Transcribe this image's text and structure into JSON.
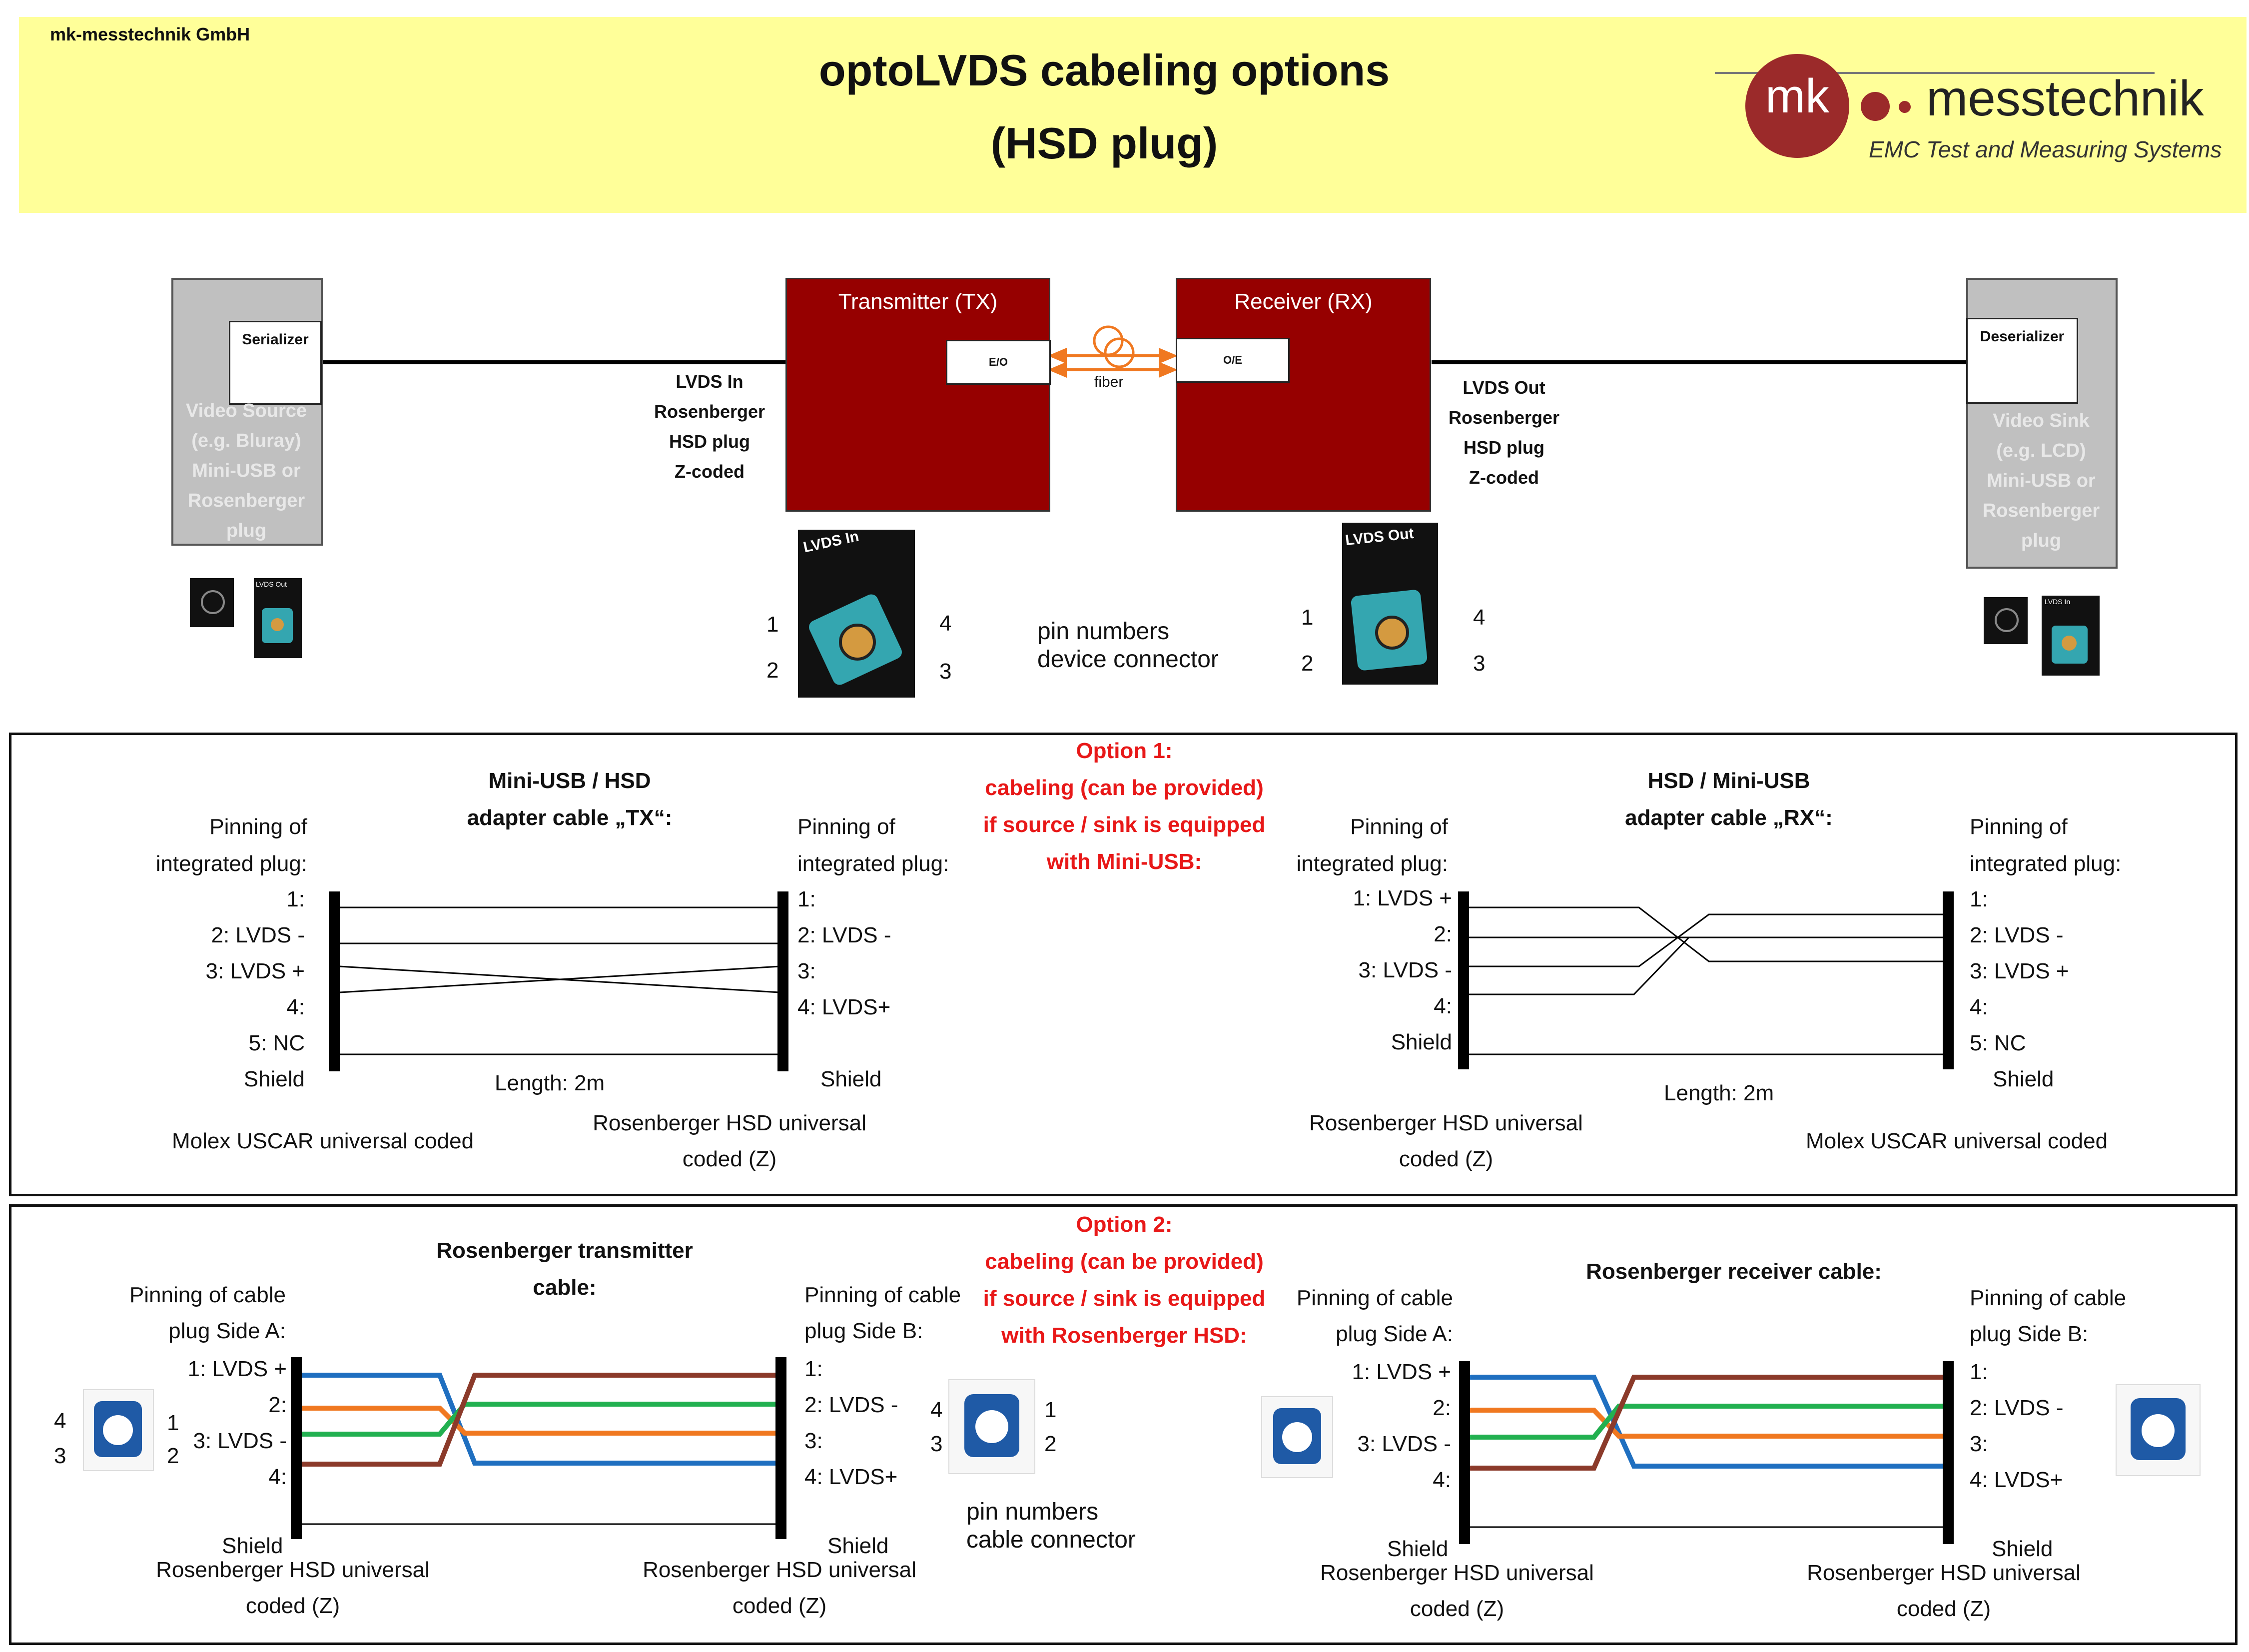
{
  "header": {
    "company": "mk-messtechnik GmbH",
    "title_line1": "optoLVDS cabeling options",
    "title_line2": "(HSD plug)",
    "logo_mk": "mk",
    "logo_name": "messtechnik",
    "logo_tagline": "EMC Test and Measuring Systems"
  },
  "colors": {
    "header_bg": "#ffff99",
    "device_red": "#960000",
    "option_red": "#e81818",
    "fiber_orange": "#f07820",
    "logo_red": "#9b2a2a"
  },
  "top": {
    "serializer": "Serializer",
    "video_source": [
      "Video Source",
      "(e.g. Bluray)",
      "Mini-USB or",
      "Rosenberger",
      "plug"
    ],
    "deserializer": "Deserializer",
    "video_sink": [
      "Video Sink",
      "(e.g. LCD)",
      "Mini-USB  or",
      "Rosenberger",
      "plug"
    ],
    "tx_title": "Transmitter (TX)",
    "rx_title": "Receiver (RX)",
    "eo": "E/O",
    "oe": "O/E",
    "fiber": "fiber",
    "lvds_in_label": [
      "LVDS In",
      "Rosenberger",
      "HSD plug",
      "Z-coded"
    ],
    "lvds_out_label": [
      "LVDS Out",
      "Rosenberger",
      "HSD plug",
      "Z-coded"
    ],
    "photo_in_text": "LVDS In",
    "photo_out_text": "LVDS Out",
    "small_photo_out": "LVDS Out",
    "small_photo_in": "LVDS In",
    "pins_in": {
      "p1": "1",
      "p2": "2",
      "p3": "3",
      "p4": "4"
    },
    "pins_out": {
      "p1": "1",
      "p2": "2",
      "p3": "3",
      "p4": "4"
    },
    "pin_caption": [
      "pin numbers",
      "device connector"
    ]
  },
  "option1": {
    "heading": [
      "Option 1:",
      "cabeling (can be provided)",
      "if source / sink is equipped",
      "with Mini-USB:"
    ],
    "tx_cable_title": [
      "Mini-USB / HSD",
      "adapter cable „TX“:"
    ],
    "rx_cable_title": [
      "HSD / Mini-USB",
      "adapter cable „RX“:"
    ],
    "pinning_label": [
      "Pinning of",
      "integrated plug:"
    ],
    "tx_left_pins": [
      "1:",
      "2: LVDS -",
      "3: LVDS +",
      "4:",
      "5: NC",
      "Shield"
    ],
    "tx_right_pins": [
      "1:",
      "2: LVDS -",
      "3:",
      "4: LVDS+",
      "Shield"
    ],
    "rx_left_pins": [
      "1: LVDS +",
      "2:",
      "3: LVDS -",
      "4:",
      "Shield"
    ],
    "rx_right_pins": [
      "1:",
      "2: LVDS -",
      "3: LVDS +",
      "4:",
      "5: NC",
      "Shield"
    ],
    "length": "Length: 2m",
    "molex": "Molex USCAR universal coded",
    "rosenberger": [
      "Rosenberger HSD universal",
      "coded (Z)"
    ]
  },
  "option2": {
    "heading": [
      "Option 2:",
      "cabeling (can be provided)",
      "if source / sink is equipped",
      "with Rosenberger HSD:"
    ],
    "tx_cable_title": [
      "Rosenberger transmitter",
      "cable:"
    ],
    "rx_cable_title": "Rosenberger receiver cable:",
    "side_a": [
      "Pinning of cable",
      "plug Side A:"
    ],
    "side_b": [
      "Pinning of cable",
      "plug Side B:"
    ],
    "left_pins": [
      "1: LVDS +",
      "2:",
      "3: LVDS -",
      "4:"
    ],
    "right_pins": [
      "1:",
      "2: LVDS -",
      "3:",
      "4: LVDS+"
    ],
    "shield": "Shield",
    "rosenberger": [
      "Rosenberger HSD universal",
      "coded (Z)"
    ],
    "cable_pins": {
      "p1": "1",
      "p2": "2",
      "p3": "3",
      "p4": "4"
    },
    "pin_caption": [
      "pin numbers",
      "cable connector"
    ]
  }
}
